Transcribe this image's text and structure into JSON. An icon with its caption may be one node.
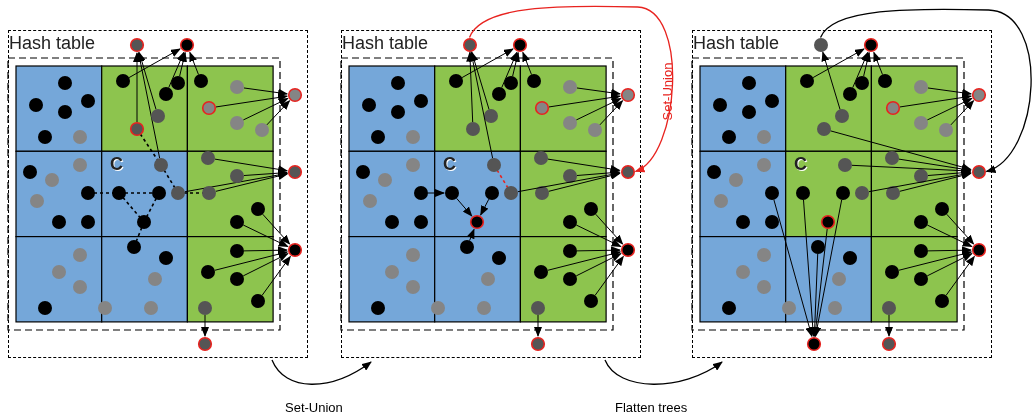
{
  "diagram": {
    "nodes": [
      {
        "text": [
          "Hash table"
        ]
      },
      {
        "text": [
          "Hash table"
        ]
      },
      {
        "text": [],
        "shape": "circle",
        "in": 1
      },
      {
        "text": [],
        "shape": "circle",
        "in": 1
      },
      {
        "text": [
          "Hash table"
        ]
      },
      {
        "text": [],
        "shape": "circle",
        "in": 4
      },
      {
        "text": [],
        "shape": "circle",
        "in": 4
      }
    ],
    "edges": [
      {
        "from": 0,
        "to": 1,
        "arrow": "to",
        "label": "Set-Union"
      },
      {
        "from": 1,
        "to": 4,
        "arrow": "to",
        "label": "Flatten trees"
      },
      {
        "from": 2,
        "to": 3,
        "arrow": "to",
        "label": "Set-Union",
        "color": "#e8231f"
      },
      {
        "from": 5,
        "to": 6,
        "arrow": "to"
      },
      {
        "from": null,
        "to": 2,
        "arrow": "to"
      },
      {
        "from": null,
        "to": 2,
        "arrow": "to"
      },
      {
        "from": null,
        "to": 2,
        "arrow": "to"
      },
      {
        "from": null,
        "to": 3,
        "arrow": "to"
      },
      {
        "from": null,
        "to": 3,
        "arrow": "to"
      },
      {
        "from": null,
        "to": 3,
        "arrow": "to"
      },
      {
        "from": null,
        "to": 3,
        "arrow": "to"
      },
      {
        "from": null,
        "to": 5,
        "arrow": "to"
      },
      {
        "from": null,
        "to": 6,
        "arrow": "to"
      },
      {
        "from": null,
        "to": 6,
        "arrow": "to"
      },
      {
        "from": null,
        "to": 6,
        "arrow": "to"
      },
      {
        "from": null,
        "to": 6,
        "arrow": "to"
      },
      {
        "from": null,
        "to": 6,
        "arrow": "to"
      },
      {
        "from": null,
        "to": 6,
        "arrow": "to"
      }
    ],
    "labels": [
      "C",
      "C",
      "C"
    ]
  }
}
